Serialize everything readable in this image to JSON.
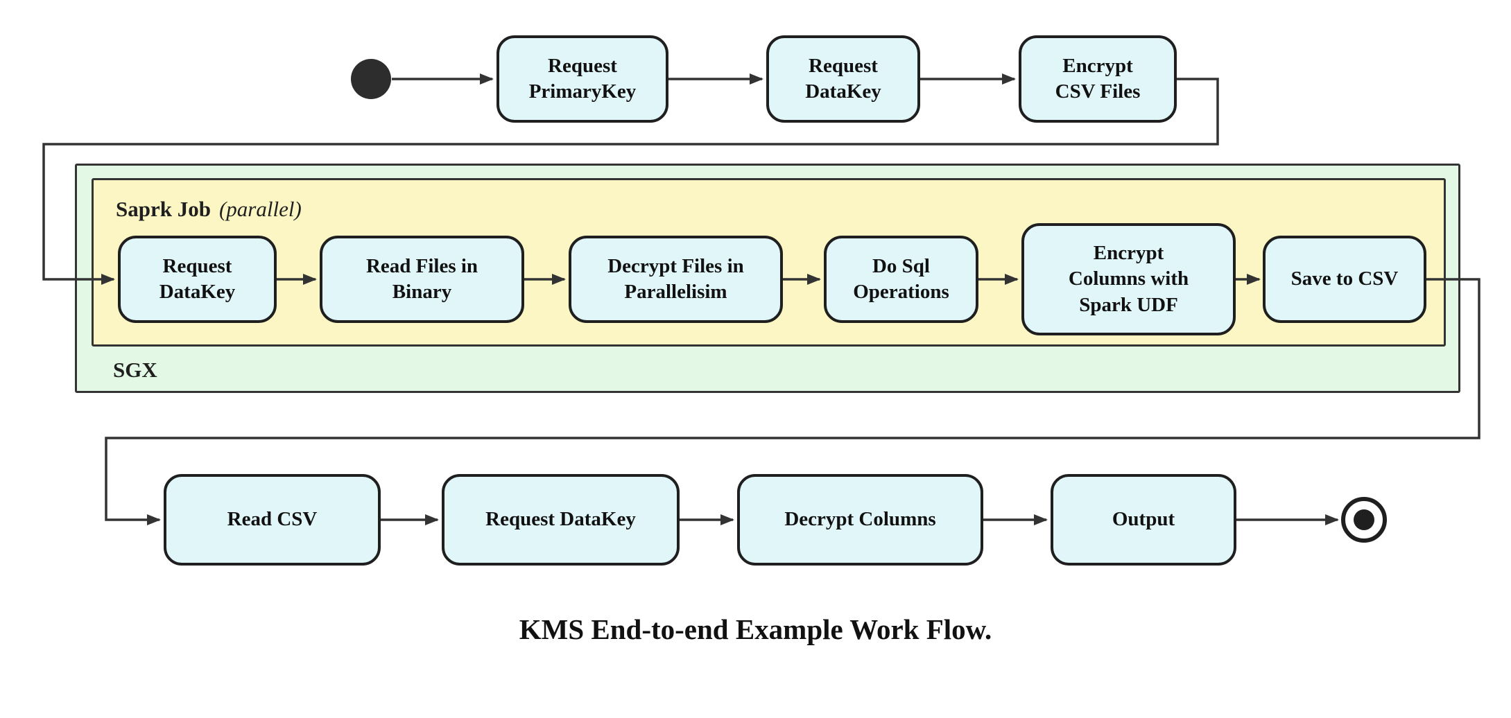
{
  "diagram": {
    "caption": "KMS End-to-end Example Work Flow.",
    "groups": {
      "sgx": {
        "label": "SGX"
      },
      "spark": {
        "label": "Saprk Job",
        "qualifier": "(parallel)"
      }
    },
    "top_row": [
      {
        "label": "Request\nPrimaryKey"
      },
      {
        "label": "Request\nDataKey"
      },
      {
        "label": "Encrypt\nCSV Files"
      }
    ],
    "spark_row": [
      {
        "label": "Request\nDataKey"
      },
      {
        "label": "Read Files in\nBinary"
      },
      {
        "label": "Decrypt Files in\nParallelisim"
      },
      {
        "label": "Do Sql\nOperations"
      },
      {
        "label": "Encrypt\nColumns with\nSpark UDF"
      },
      {
        "label": "Save to CSV"
      }
    ],
    "bottom_row": [
      {
        "label": "Read CSV"
      },
      {
        "label": "Request DataKey"
      },
      {
        "label": "Decrypt Columns"
      },
      {
        "label": "Output"
      }
    ],
    "colors": {
      "node_fill": "#e0f6f9",
      "node_border": "#1f1f1f",
      "spark_group_fill": "#fbf6c3",
      "sgx_group_fill": "#e3f8e5",
      "arrow": "#333333"
    }
  }
}
